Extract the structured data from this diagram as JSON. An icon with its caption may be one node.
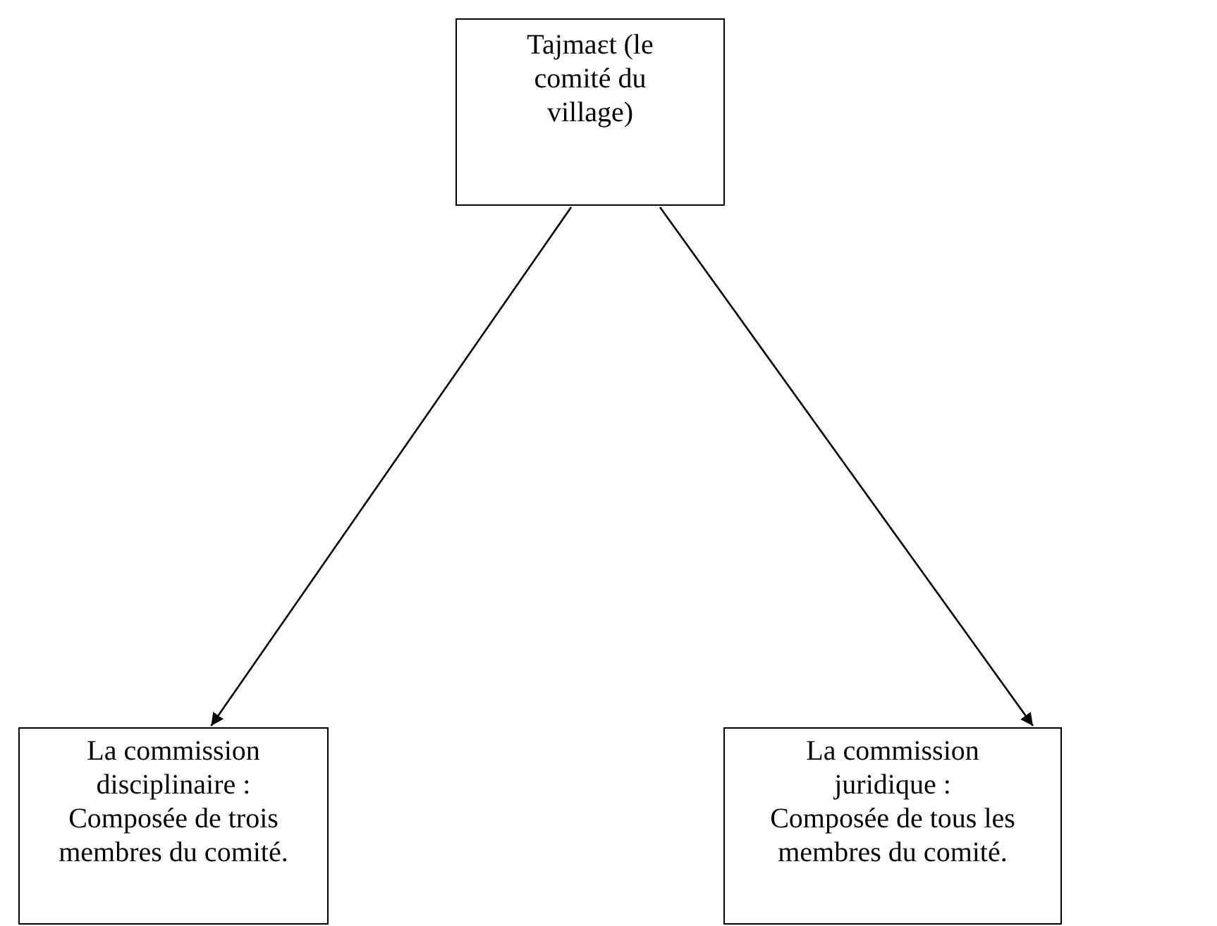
{
  "diagram": {
    "nodes": [
      {
        "text": [
          "Tajmaɛt (le comité du village)"
        ]
      },
      {
        "text": [
          "La commission disciplinaire :",
          "Composée de trois membres du comité."
        ]
      },
      {
        "text": [
          "La commission juridique :",
          "Composée de tous les membres du comité."
        ]
      }
    ],
    "edges": [
      {
        "from": 0,
        "to": 1,
        "arrow": "to"
      },
      {
        "from": 0,
        "to": 2,
        "arrow": "to"
      }
    ]
  }
}
